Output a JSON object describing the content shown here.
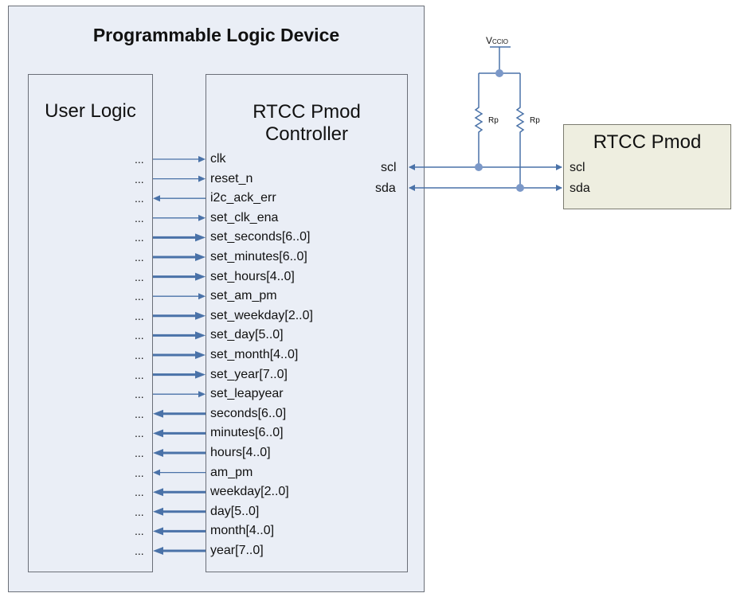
{
  "device_title": "Programmable Logic Device",
  "user_logic_title": "User Logic",
  "controller_title": [
    "RTCC Pmod",
    "Controller"
  ],
  "pmod_title": "RTCC Pmod",
  "continuation": "...",
  "signals": [
    {
      "name": "clk",
      "dir": "in",
      "width": "single"
    },
    {
      "name": "reset_n",
      "dir": "in",
      "width": "single"
    },
    {
      "name": "i2c_ack_err",
      "dir": "out",
      "width": "single"
    },
    {
      "name": "set_clk_ena",
      "dir": "in",
      "width": "single"
    },
    {
      "name": "set_seconds[6..0]",
      "dir": "in",
      "width": "bus"
    },
    {
      "name": "set_minutes[6..0]",
      "dir": "in",
      "width": "bus"
    },
    {
      "name": "set_hours[4..0]",
      "dir": "in",
      "width": "bus"
    },
    {
      "name": "set_am_pm",
      "dir": "in",
      "width": "single"
    },
    {
      "name": "set_weekday[2..0]",
      "dir": "in",
      "width": "bus"
    },
    {
      "name": "set_day[5..0]",
      "dir": "in",
      "width": "bus"
    },
    {
      "name": "set_month[4..0]",
      "dir": "in",
      "width": "bus"
    },
    {
      "name": "set_year[7..0]",
      "dir": "in",
      "width": "bus"
    },
    {
      "name": "set_leapyear",
      "dir": "in",
      "width": "single"
    },
    {
      "name": "seconds[6..0]",
      "dir": "out",
      "width": "bus"
    },
    {
      "name": "minutes[6..0]",
      "dir": "out",
      "width": "bus"
    },
    {
      "name": "hours[4..0]",
      "dir": "out",
      "width": "bus"
    },
    {
      "name": "am_pm",
      "dir": "out",
      "width": "single"
    },
    {
      "name": "weekday[2..0]",
      "dir": "out",
      "width": "bus"
    },
    {
      "name": "day[5..0]",
      "dir": "out",
      "width": "bus"
    },
    {
      "name": "month[4..0]",
      "dir": "out",
      "width": "bus"
    },
    {
      "name": "year[7..0]",
      "dir": "out",
      "width": "bus"
    }
  ],
  "i2c": {
    "controller_scl": "scl",
    "controller_sda": "sda",
    "pmod_scl": "scl",
    "pmod_sda": "sda"
  },
  "supply": {
    "main": "V",
    "sub": "CCIO"
  },
  "pullup_label": "Rp",
  "colors": {
    "wire": "#4a72a8",
    "box_fill": "#eaeef6",
    "pmod_fill": "#eeeee0",
    "node": "#7b98c8"
  }
}
